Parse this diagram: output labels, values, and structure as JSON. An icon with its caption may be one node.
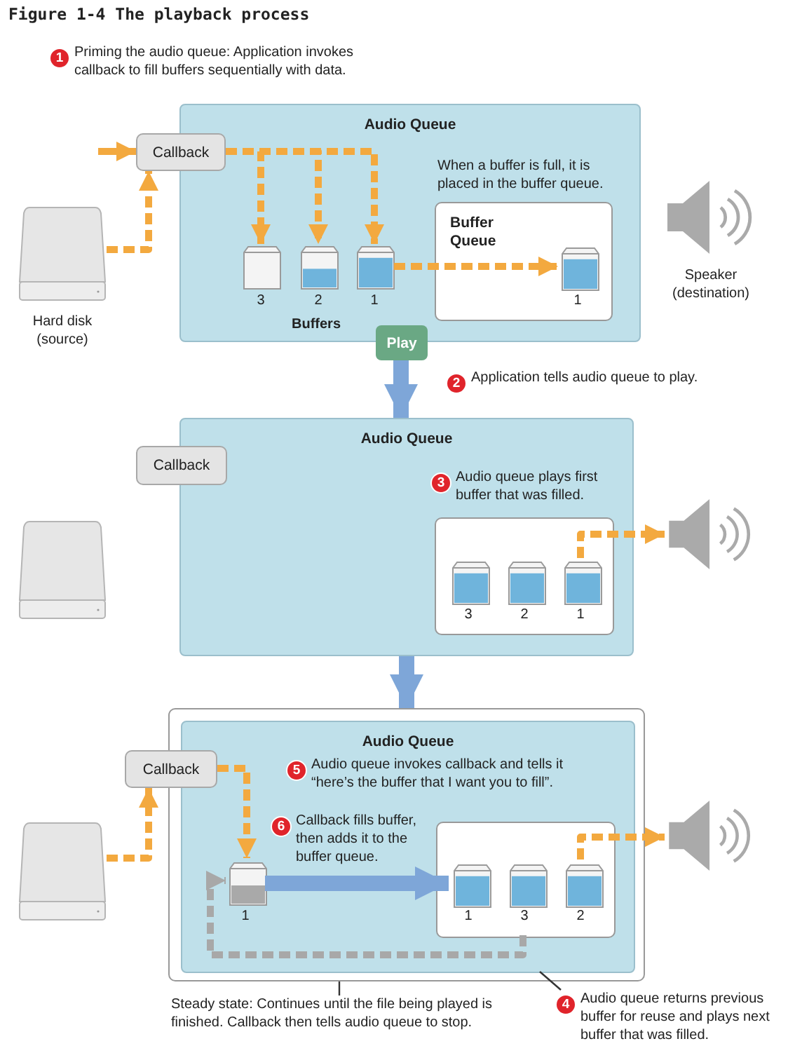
{
  "diagram": {
    "title": "Figure 1-4 The playback process",
    "nodes": [
      {
        "text": [
          "Audio Queue"
        ]
      },
      {
        "text": [
          "Callback"
        ]
      },
      {
        "text": [],
        "shape": "box",
        "beside": [
          "Hard disk (source)"
        ]
      },
      {
        "text": [],
        "shape": "picture",
        "in": 0,
        "beside": [
          "3"
        ]
      },
      {
        "text": [],
        "shape": "picture",
        "in": 0,
        "beside": [
          "2"
        ]
      },
      {
        "text": [],
        "shape": "picture",
        "in": 0,
        "beside": [
          "1"
        ]
      },
      {
        "text": [
          "Buffer Queue"
        ],
        "in": 0
      },
      {
        "text": [],
        "shape": "picture",
        "in": 6,
        "beside": [
          "1"
        ]
      },
      {
        "text": [],
        "shape": "picture",
        "beside": [
          "Speaker (destination)"
        ]
      },
      {
        "text": [
          "Play"
        ]
      },
      {
        "text": [
          "Audio Queue"
        ]
      },
      {
        "text": [
          "Callback"
        ]
      },
      {
        "text": [],
        "shape": "box"
      },
      {
        "text": [],
        "shape": "box",
        "in": 10
      },
      {
        "text": [],
        "shape": "picture",
        "in": 13,
        "beside": [
          "3"
        ]
      },
      {
        "text": [],
        "shape": "picture",
        "in": 13,
        "beside": [
          "2"
        ]
      },
      {
        "text": [],
        "shape": "picture",
        "in": 13,
        "beside": [
          "1"
        ]
      },
      {
        "text": [],
        "shape": "picture"
      },
      {
        "text": [],
        "shape": "box"
      },
      {
        "text": [
          "Audio Queue"
        ],
        "in": 18
      },
      {
        "text": [
          "Callback"
        ]
      },
      {
        "text": [],
        "shape": "box"
      },
      {
        "text": [],
        "shape": "picture",
        "in": 19,
        "beside": [
          "1"
        ]
      },
      {
        "text": [],
        "shape": "box",
        "in": 19
      },
      {
        "text": [],
        "shape": "picture",
        "in": 23,
        "beside": [
          "1"
        ]
      },
      {
        "text": [],
        "shape": "picture",
        "in": 23,
        "beside": [
          "3"
        ]
      },
      {
        "text": [],
        "shape": "picture",
        "in": 23,
        "beside": [
          "2"
        ]
      },
      {
        "text": [],
        "shape": "picture"
      },
      {
        "text": [
          "Steady state: Continues until the file being played is finished. Callback then tells audio queue to stop."
        ]
      },
      {
        "text": [
          "4",
          "Audio queue returns previous buffer for reuse and plays next buffer that was filled."
        ]
      },
      {
        "text": [
          "1",
          "Priming the audio queue: Application invokes callback to fill buffers sequentially with data."
        ]
      },
      {
        "text": [
          "2",
          "Application tells audio queue to play."
        ]
      },
      {
        "text": [
          "3",
          "Audio queue plays first buffer that was filled."
        ],
        "in": 10
      },
      {
        "text": [
          "5",
          "Audio queue invokes callback and tells it “here’s the buffer that I want you to fill”."
        ],
        "in": 19
      },
      {
        "text": [
          "6",
          "Callback fills buffer, then adds it to the buffer queue."
        ],
        "in": 19
      }
    ],
    "edges": [
      {
        "from": null,
        "to": 1,
        "arrow": "to"
      },
      {
        "from": 2,
        "to": 1,
        "arrow": "to",
        "style": "dashed"
      },
      {
        "from": 1,
        "to": 3,
        "arrow": "to",
        "style": "dashed"
      },
      {
        "from": 1,
        "to": 4,
        "arrow": "to",
        "style": "dashed"
      },
      {
        "from": 1,
        "to": 5,
        "arrow": "to",
        "style": "dashed"
      },
      {
        "from": 5,
        "to": 7,
        "arrow": "to",
        "style": "dashed"
      },
      {
        "from": 9,
        "to": 10,
        "arrow": "to",
        "style": "thick",
        "color": "#7ea6d8"
      },
      {
        "from": 16,
        "to": 17,
        "arrow": "to",
        "style": "dashed"
      },
      {
        "from": 10,
        "to": 18,
        "arrow": "to",
        "style": "thick",
        "color": "#7ea6d8"
      },
      {
        "from": 21,
        "to": 20,
        "arrow": "to",
        "style": "dashed"
      },
      {
        "from": 20,
        "to": 22,
        "arrow": "to",
        "style": "dashed"
      },
      {
        "from": 22,
        "to": 24,
        "arrow": "to",
        "style": "thick",
        "color": "#7ea6d8"
      },
      {
        "from": 26,
        "to": 27,
        "arrow": "to",
        "style": "dashed"
      },
      {
        "from": 23,
        "to": 22,
        "arrow": "to",
        "style": "dashed",
        "color": "#a8a8a8"
      },
      {
        "from": 28,
        "to": 18,
        "arrow": "none",
        "color": "#333333"
      },
      {
        "from": 29,
        "to": 19,
        "arrow": "none",
        "color": "#333333"
      }
    ],
    "labels": [
      "When a buffer is full, it is placed in the buffer queue.",
      "Buffers"
    ]
  }
}
